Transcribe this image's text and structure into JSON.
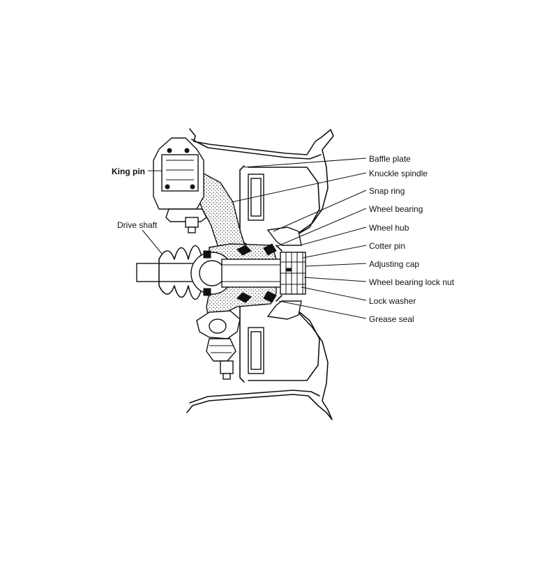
{
  "labels": {
    "king_pin": "King pin",
    "drive_shaft": "Drive shaft",
    "baffle_plate": "Baffle plate",
    "knuckle_spindle": "Knuckle spindle",
    "snap_ring": "Snap ring",
    "wheel_bearing": "Wheel bearing",
    "wheel_hub": "Wheel hub",
    "cotter_pin": "Cotter pin",
    "adjusting_cap": "Adjusting cap",
    "wheel_bearing_lock_nut": "Wheel bearing lock nut",
    "lock_washer": "Lock washer",
    "grease_seal": "Grease seal"
  }
}
